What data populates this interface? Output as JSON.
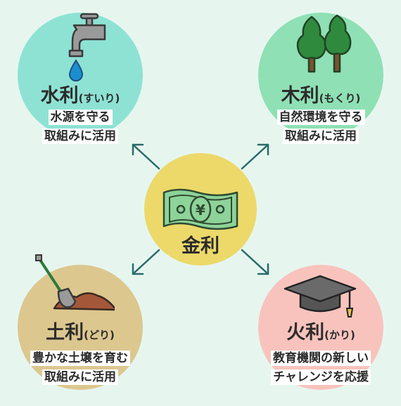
{
  "center": {
    "title": "金利",
    "color": "#ecd96a"
  },
  "water": {
    "title": "水利",
    "reading": "(すいり)",
    "desc_line1": "水源を守る",
    "desc_line2": "取組みに活用",
    "color": "#8ee2d4",
    "icon": "faucet-icon"
  },
  "wood": {
    "title": "木利",
    "reading": "(もくり)",
    "desc_line1": "自然環境を守る",
    "desc_line2": "取組みに活用",
    "color": "#8fe0b5",
    "icon": "trees-icon"
  },
  "earth": {
    "title": "土利",
    "reading": "(どり)",
    "desc_line1": "豊かな土壌を育む",
    "desc_line2": "取組みに活用",
    "color": "#dcc78f",
    "icon": "shovel-icon"
  },
  "fire": {
    "title": "火利",
    "reading": "(かり)",
    "desc_line1": "教育機関の新しい",
    "desc_line2": "チャレンジを応援",
    "color": "#f8c3bd",
    "icon": "graduation-cap-icon"
  },
  "arrow_color": "#2a6a6a",
  "currency_symbol": "¥"
}
